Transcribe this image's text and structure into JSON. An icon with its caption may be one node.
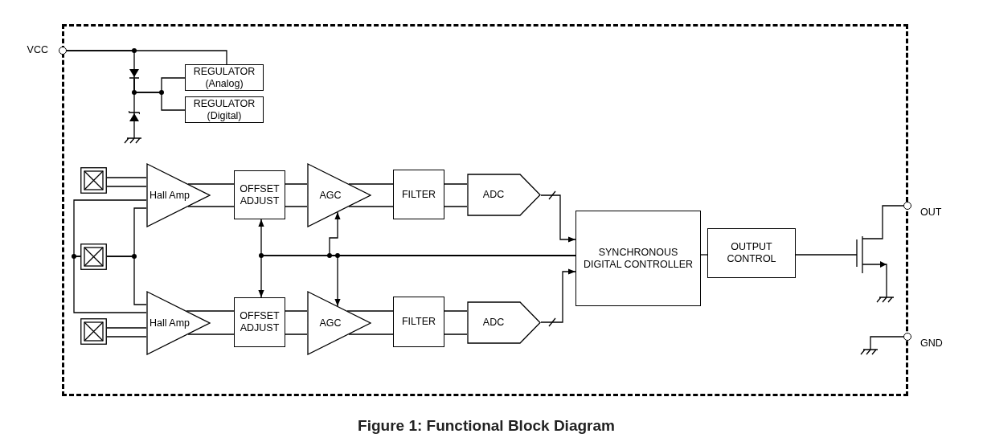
{
  "diagram": {
    "caption": "Figure 1: Functional Block Diagram",
    "nodes": [
      {
        "text": [],
        "shape": "box"
      },
      {
        "text": [],
        "shape": "circle",
        "beside": [
          "VCC"
        ]
      },
      {
        "text": [],
        "shape": "diode",
        "in": 0
      },
      {
        "text": [
          "REGULATOR (Analog)"
        ],
        "in": 0
      },
      {
        "text": [],
        "shape": "zener",
        "in": 0
      },
      {
        "text": [
          "REGULATOR (Digital)"
        ],
        "in": 0
      },
      {
        "text": [],
        "shape": "sensor",
        "in": 0
      },
      {
        "text": [
          "Hall Amp"
        ],
        "in": 0
      },
      {
        "text": [
          "OFFSET ADJUST"
        ],
        "in": 0
      },
      {
        "text": [
          "AGC"
        ],
        "in": 0
      },
      {
        "text": [
          "FILTER"
        ],
        "in": 0
      },
      {
        "text": [
          "ADC"
        ],
        "in": 0
      },
      {
        "text": [],
        "shape": "sensor",
        "in": 0
      },
      {
        "text": [
          "SYNCHRONOUS DIGITAL CONTROLLER"
        ],
        "in": 0
      },
      {
        "text": [
          "OUTPUT CONTROL"
        ],
        "in": 0
      },
      {
        "text": [],
        "shape": "transistor",
        "in": 0
      },
      {
        "text": [],
        "shape": "circle",
        "beside": [
          "OUT"
        ]
      },
      {
        "text": [],
        "shape": "sensor",
        "in": 0
      },
      {
        "text": [
          "Hall Amp"
        ],
        "in": 0
      },
      {
        "text": [
          "OFFSET ADJUST"
        ],
        "in": 0
      },
      {
        "text": [
          "AGC"
        ],
        "in": 0
      },
      {
        "text": [
          "FILTER"
        ],
        "in": 0
      },
      {
        "text": [
          "ADC"
        ],
        "in": 0
      },
      {
        "text": [],
        "shape": "circle",
        "beside": [
          "GND"
        ]
      }
    ],
    "edges": [
      {
        "from": 1,
        "to": 2,
        "arrow": "none"
      },
      {
        "from": 1,
        "to": 3,
        "arrow": "none"
      },
      {
        "from": 2,
        "to": 4,
        "arrow": "none"
      },
      {
        "from": 2,
        "to": 3,
        "arrow": "none"
      },
      {
        "from": 2,
        "to": 5,
        "arrow": "none"
      },
      {
        "from": 6,
        "to": 7,
        "arrow": "none"
      },
      {
        "from": 7,
        "to": 8,
        "arrow": "none"
      },
      {
        "from": 8,
        "to": 9,
        "arrow": "none"
      },
      {
        "from": 9,
        "to": 10,
        "arrow": "none"
      },
      {
        "from": 10,
        "to": 11,
        "arrow": "none"
      },
      {
        "from": 11,
        "to": 13,
        "arrow": "to"
      },
      {
        "from": 12,
        "to": 7,
        "arrow": "none"
      },
      {
        "from": 12,
        "to": 18,
        "arrow": "none"
      },
      {
        "from": 13,
        "to": 8,
        "arrow": "to"
      },
      {
        "from": 13,
        "to": 19,
        "arrow": "to"
      },
      {
        "from": 13,
        "to": 9,
        "arrow": "to"
      },
      {
        "from": 13,
        "to": 20,
        "arrow": "to"
      },
      {
        "from": 17,
        "to": 18,
        "arrow": "none"
      },
      {
        "from": 18,
        "to": 19,
        "arrow": "none"
      },
      {
        "from": 19,
        "to": 20,
        "arrow": "none"
      },
      {
        "from": 20,
        "to": 21,
        "arrow": "none"
      },
      {
        "from": 21,
        "to": 22,
        "arrow": "none"
      },
      {
        "from": 22,
        "to": 13,
        "arrow": "to"
      },
      {
        "from": 13,
        "to": 14,
        "arrow": "none"
      },
      {
        "from": 14,
        "to": 15,
        "arrow": "none"
      },
      {
        "from": 15,
        "to": 16,
        "arrow": "none"
      }
    ]
  }
}
